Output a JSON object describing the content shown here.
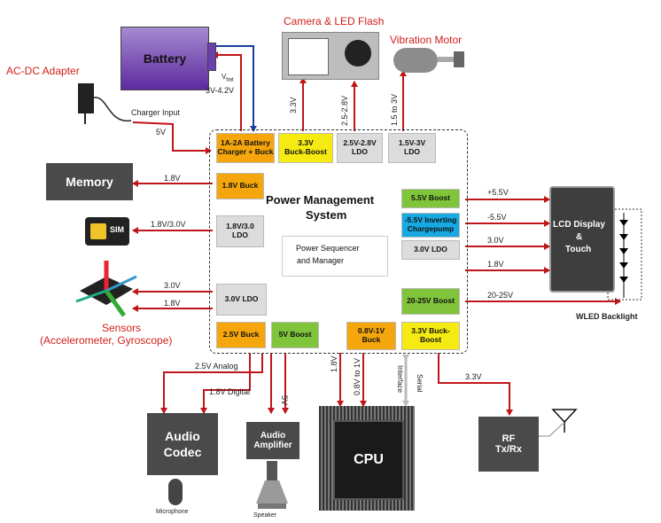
{
  "titles": {
    "camera": "Camera & LED Flash",
    "vibration": "Vibration Motor",
    "adapter": "AC-DC Adapter",
    "sensors_1": "Sensors",
    "sensors_2": "(Accelerometer, Gyroscope)",
    "wled": "WLED Backlight",
    "microphone": "Microphone",
    "speaker": "Speaker"
  },
  "components": {
    "battery": "Battery",
    "memory": "Memory",
    "sim": "SIM",
    "lcd_line1": "LCD Display",
    "lcd_line2": "&",
    "lcd_line3": "Touch",
    "audio_codec_1": "Audio",
    "audio_codec_2": "Codec",
    "audio_amp_1": "Audio",
    "audio_amp_2": "Amplifier",
    "cpu": "CPU",
    "rf_1": "RF",
    "rf_2": "Tx/Rx"
  },
  "pms": {
    "title_1": "Power Management",
    "title_2": "System",
    "seq_1": "Power Sequencer",
    "seq_2": "and Manager"
  },
  "blocks": {
    "charger_1": "1A-2A Battery",
    "charger_2": "Charger + Buck",
    "buckboost_1": "3.3V",
    "buckboost_2": "Buck-Boost",
    "ldo_a_1": "2.5V-2.8V",
    "ldo_a_2": "LDO",
    "ldo_b_1": "1.5V-3V",
    "ldo_b_2": "LDO",
    "buck18": "1.8V Buck",
    "ldo_c_1": "1.8V/3.0",
    "ldo_c_2": "LDO",
    "ldo30_left": "3.0V LDO",
    "buck25": "2.5V Buck",
    "boost5": "5V Boost",
    "buck08_1": "0.8V-1V",
    "buck08_2": "Buck",
    "buckboost33_1": "3.3V Buck-",
    "buckboost33_2": "Boost",
    "boost55": "5.5V Boost",
    "inv_1": "-5.5V Inverting",
    "inv_2": "Chargepump",
    "ldo30_right": "3.0V LDO",
    "boost2025": "20-25V Boost"
  },
  "labels": {
    "vbat": "V",
    "vbat_sub": "bat",
    "vbat_range": "3V-4.2V",
    "charger_input": "Charger Input",
    "v5_in": "5V",
    "cam": "3.3V",
    "ldo_a": "2.5-2.8V",
    "ldo_b": "1.5 to 3V",
    "mem": "1.8V",
    "sim": "1.8V/3.0V",
    "sens_30": "3.0V",
    "sens_18": "1.8V",
    "lcd_p55": "+5.5V",
    "lcd_m55": "-5.5V",
    "lcd_30": "3.0V",
    "lcd_18": "1.8V",
    "wled_v": "20-25V",
    "codec_25": "2.5V Analog",
    "codec_18": "1.8V Digital",
    "amp_5": "5V",
    "cpu_18": "1.8V",
    "cpu_08": "0.8V to 1V",
    "serial": "Serial",
    "interface": "Interface",
    "rf_33": "3.3V"
  },
  "colors": {
    "arrow": "#c0151a",
    "blue_arrow": "#1a3c9c",
    "orange": "#f5a60c",
    "yellow": "#f5ea12",
    "grey": "#dcdcdc",
    "green": "#7fc43a",
    "cyan": "#16a9e2",
    "dark_block": "#4a4a4a"
  }
}
